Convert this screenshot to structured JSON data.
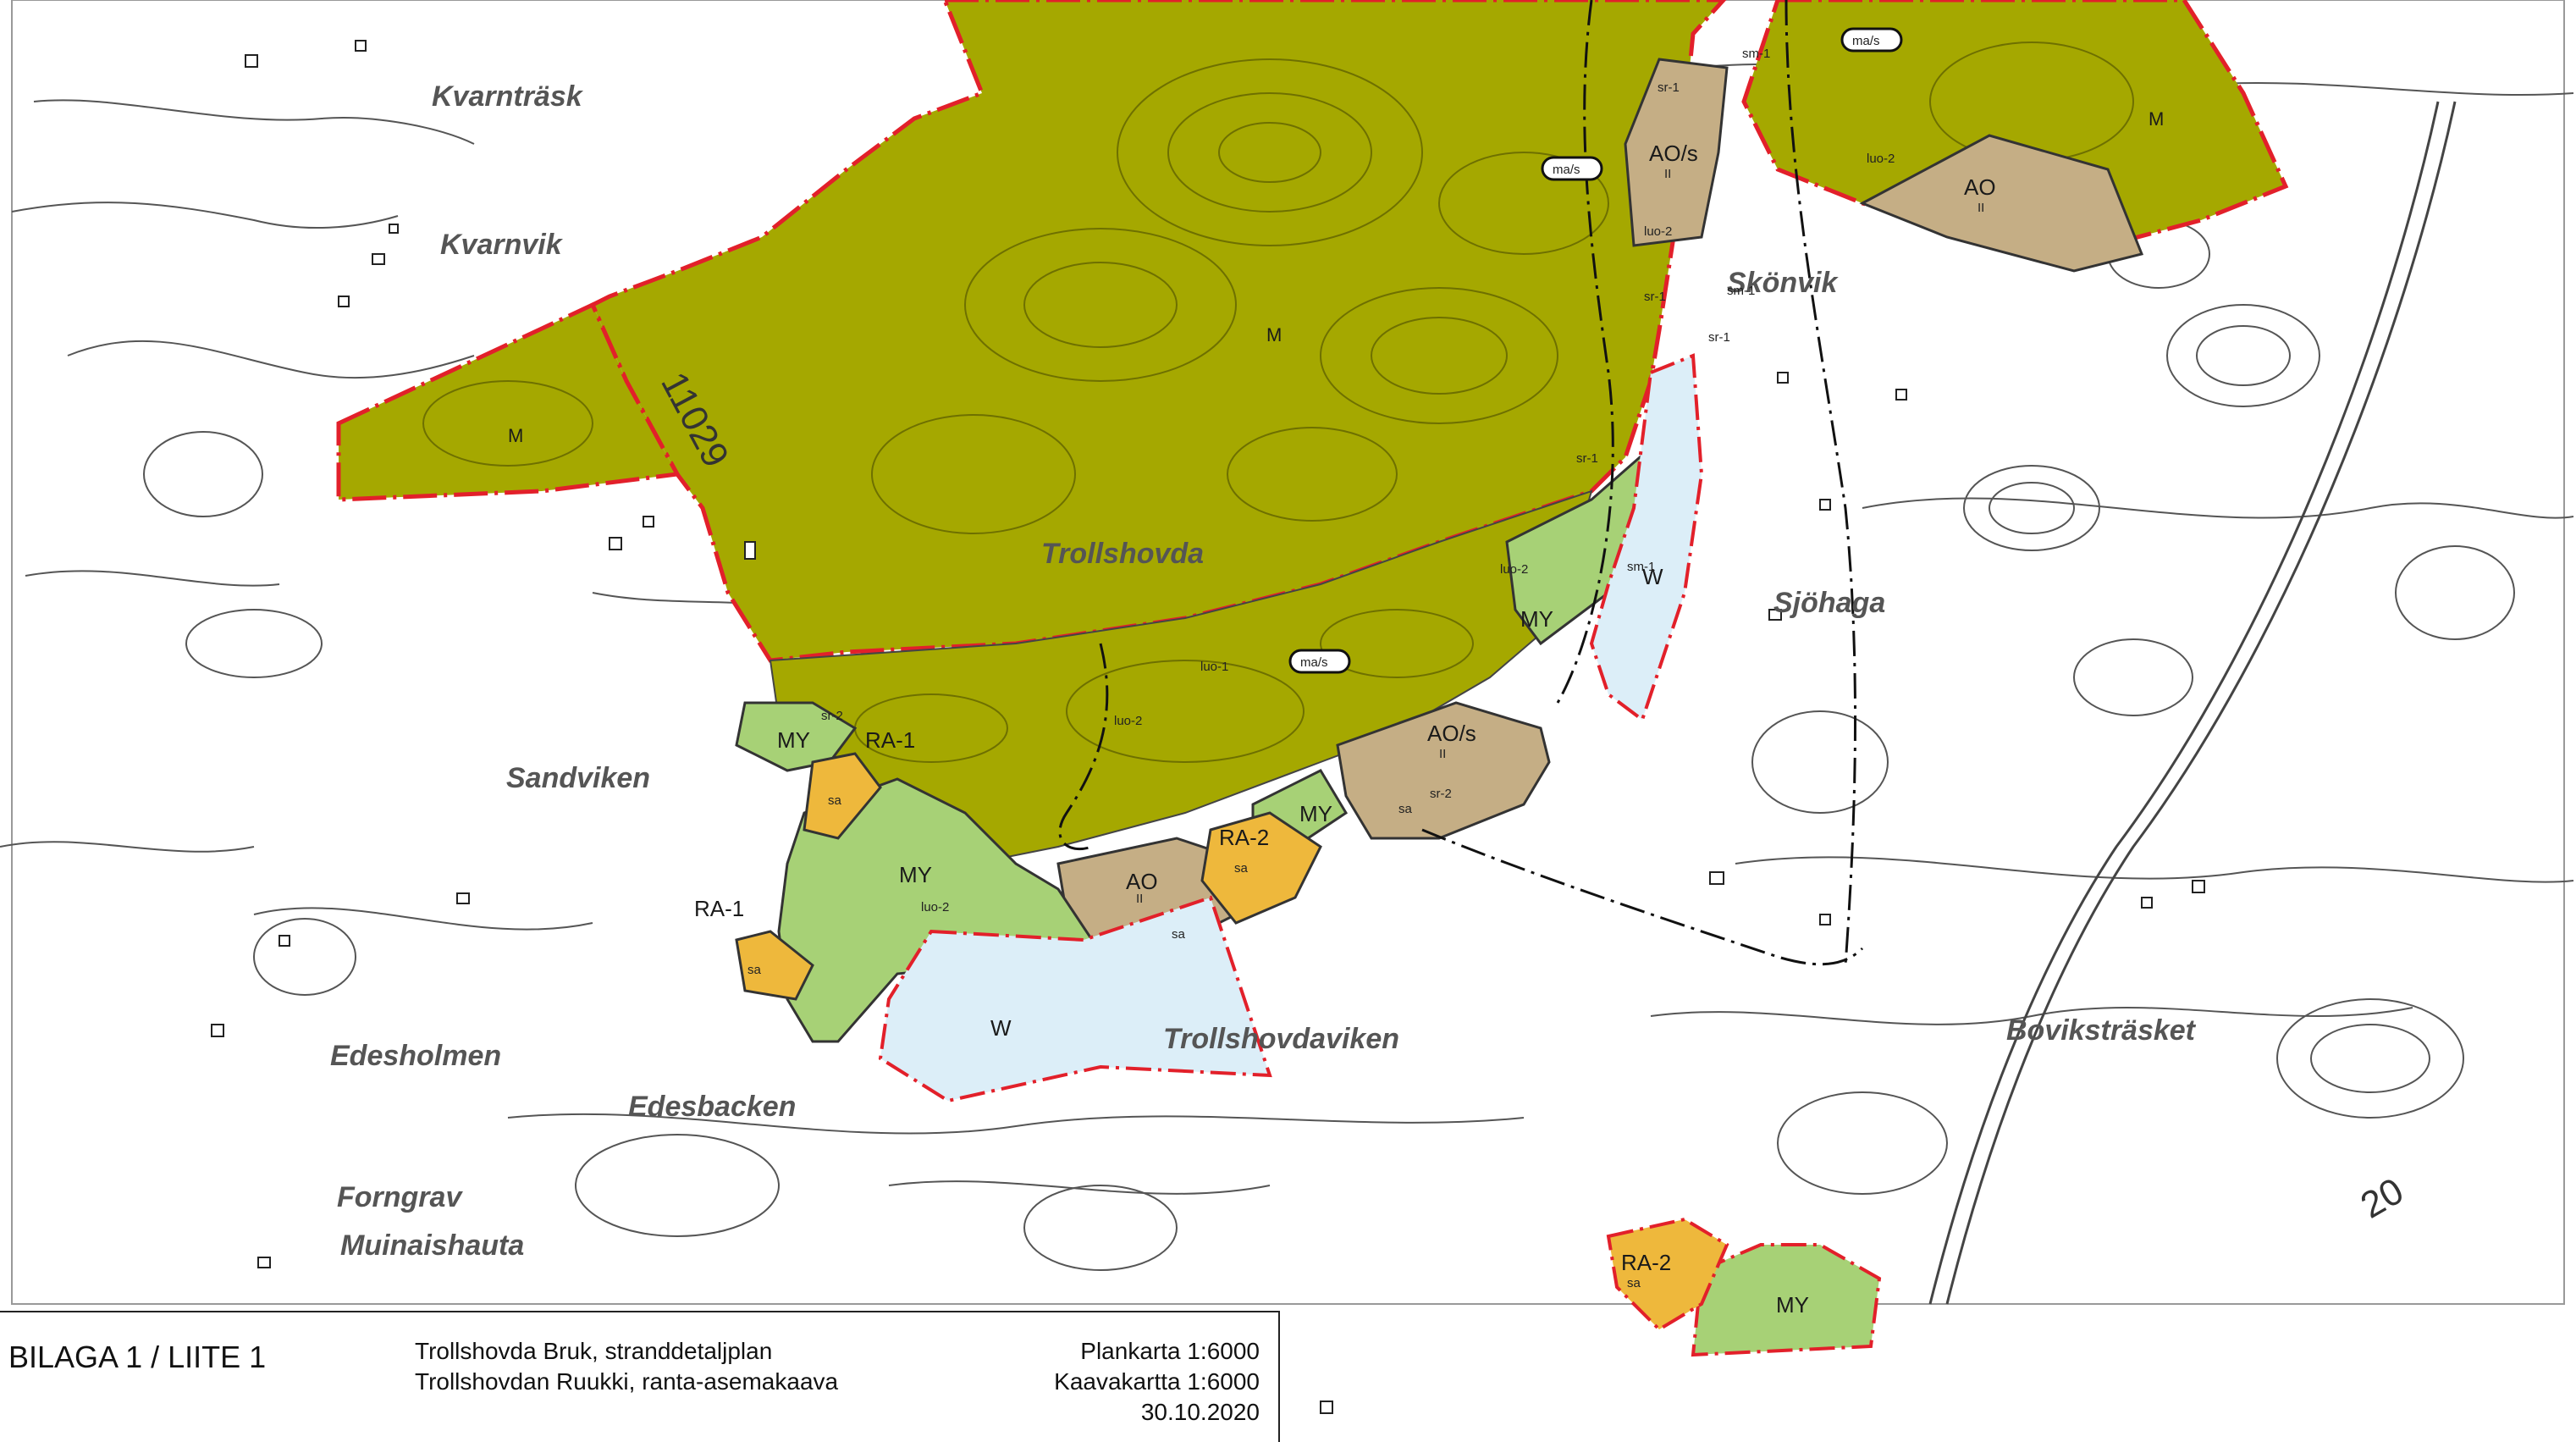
{
  "map": {
    "place_names": {
      "kvarntrask": "Kvarnträsk",
      "kvarnvik": "Kvarnvik",
      "trollshovda": "Trollshovda",
      "sandviken": "Sandviken",
      "edesholmen": "Edesholmen",
      "edesbacken": "Edesbacken",
      "forngrav": "Forngrav",
      "muinaishauta": "Muinaishauta",
      "trollshovdaviken": "Trollshovdaviken",
      "boviksträsket": "Boviksträsket",
      "sjohaga": "Sjöhaga",
      "skonvik": "Skönvik"
    },
    "road_numbers": {
      "r11029": "11029",
      "r20": "20"
    },
    "zones": {
      "m1": "M",
      "m2": "M",
      "m3": "M",
      "aos1": "AO/s",
      "aos2": "AO/s",
      "ao1": "AO",
      "ao2": "AO",
      "my1": "MY",
      "my2": "MY",
      "my3": "MY",
      "my4": "MY",
      "my5": "MY",
      "ra1a": "RA-1",
      "ra1b": "RA-1",
      "ra2a": "RA-2",
      "ra2b": "RA-2",
      "w1": "W",
      "w2": "W"
    },
    "zone_markers": {
      "mas1": "ma/s",
      "mas2": "ma/s",
      "mas3": "ma/s",
      "sm1a": "sm-1",
      "sm1b": "sm-1",
      "sm1c": "sm-1",
      "luo1": "luo-1",
      "luo2a": "luo-2",
      "luo2b": "luo-2",
      "luo2c": "luo-2",
      "luo2d": "luo-2",
      "luo2e": "luo-2",
      "sr1a": "sr-1",
      "sr1b": "sr-1",
      "sr1c": "sr-1",
      "sr1d": "sr-1",
      "sr2a": "sr-2",
      "sr2b": "sr-2",
      "sa1": "sa",
      "sa2": "sa",
      "sa3": "sa",
      "sa4": "sa",
      "sa5": "sa",
      "sa6": "sa",
      "ii1": "II",
      "ii2": "II",
      "ii3": "II",
      "ii4": "II"
    },
    "colors": {
      "forest": "#a5a800",
      "residential": "#c5ae85",
      "holiday": "#eeb83c",
      "recreation": "#a7d176",
      "water": "#dceef8",
      "boundary": "#e2202a"
    }
  },
  "legend": {
    "bilaga": "BILAGA 1 / LIITE 1",
    "plan_sv": "Trollshovda Bruk, stranddetaljplan",
    "plan_fi": "Trollshovdan Ruukki, ranta-asemakaava",
    "plankarta": "Plankarta 1:6000",
    "kaavakartta": "Kaavakartta 1:6000",
    "date": "30.10.2020"
  }
}
